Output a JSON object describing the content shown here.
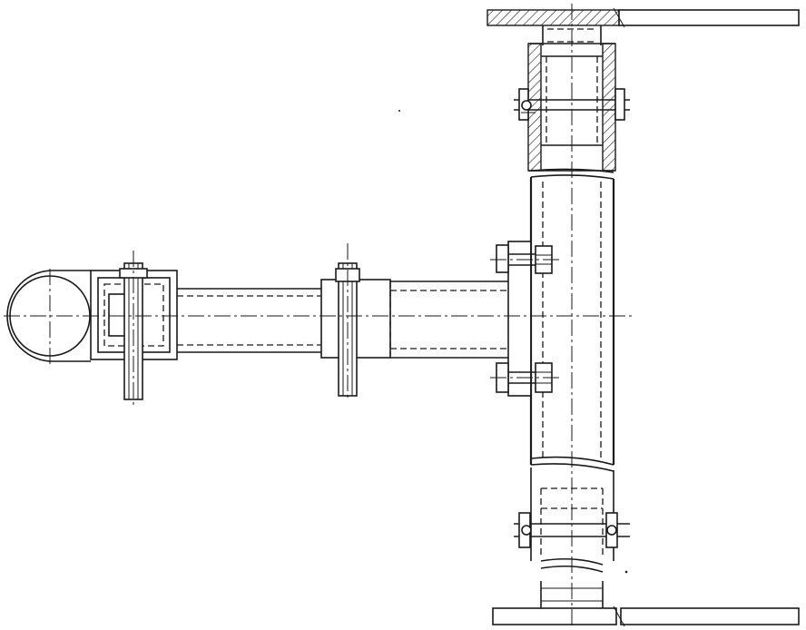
{
  "drawing": {
    "line_color": "#1a1a1a",
    "background": "#ffffff",
    "components": [
      "top-plate",
      "bottom-plate",
      "vertical-pipe",
      "top-sleeve",
      "bottom-sleeve",
      "flange",
      "horizontal-arm",
      "arm-clamp",
      "square-bracket",
      "round-end-ring"
    ]
  }
}
